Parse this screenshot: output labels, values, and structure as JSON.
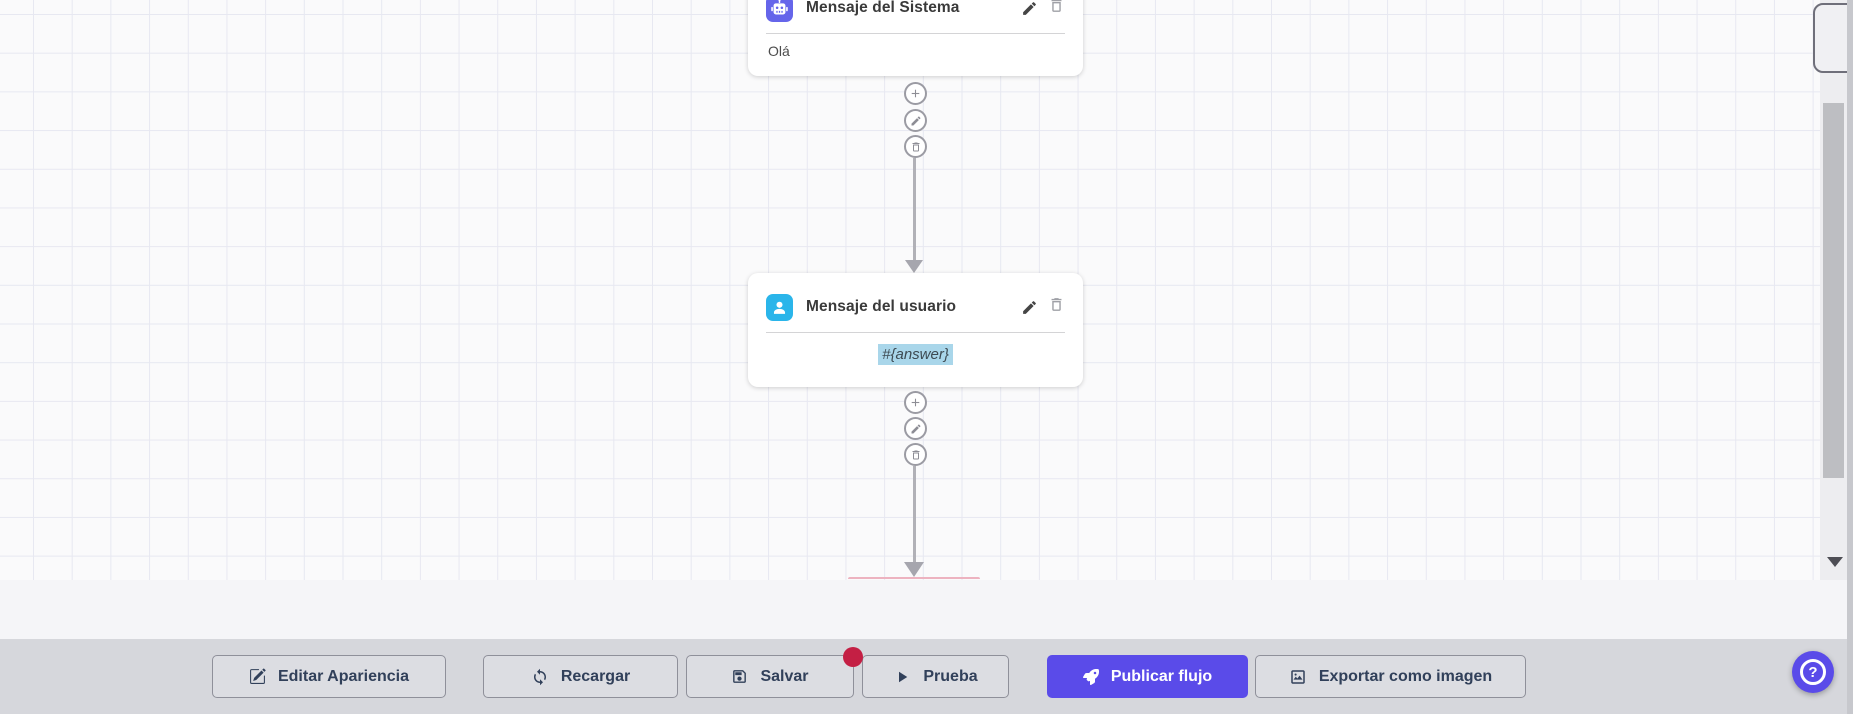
{
  "canvas": {
    "nodes": [
      {
        "title": "Mensaje del Sistema",
        "content": "Olá",
        "icon": "robot-icon",
        "icon_color": "#6565ea"
      },
      {
        "title": "Mensaje del usuario",
        "content": "#{answer}",
        "icon": "user-icon",
        "icon_color": "#2ab5ea",
        "content_highlight_color": "#a9d6ea"
      }
    ]
  },
  "toolbar": {
    "buttons": [
      {
        "label": "Editar Apariencia",
        "icon": "edit-square-icon"
      },
      {
        "label": "Recargar",
        "icon": "refresh-icon"
      },
      {
        "label": "Salvar",
        "icon": "save-icon",
        "has_badge": true
      },
      {
        "label": "Prueba",
        "icon": "play-icon"
      },
      {
        "label": "Publicar flujo",
        "icon": "rocket-icon",
        "primary": true
      },
      {
        "label": "Exportar como imagen",
        "icon": "image-icon"
      }
    ],
    "primary_color": "#5a4be9",
    "badge_color": "#c41f44"
  },
  "help": {
    "label": "?",
    "color": "#5a4be9"
  }
}
